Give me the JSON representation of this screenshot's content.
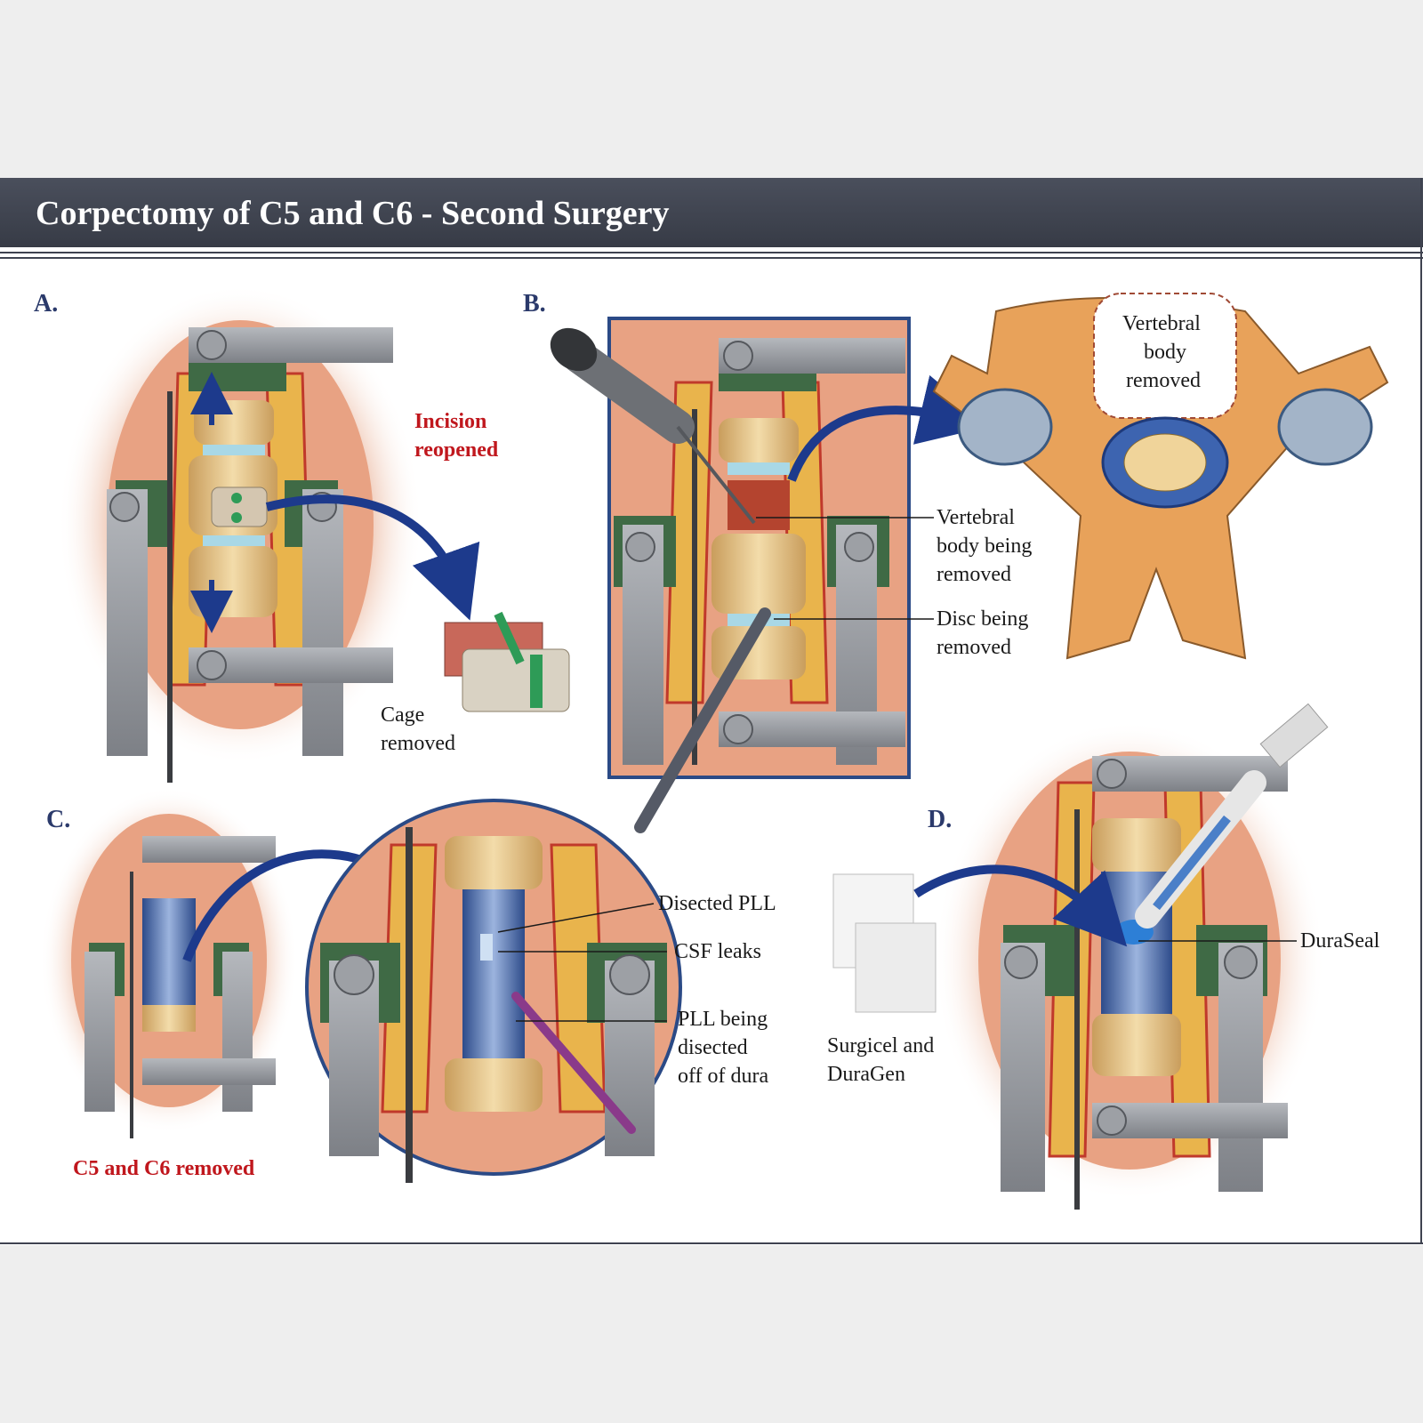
{
  "title": "Corpectomy of C5 and C6 - Second Surgery",
  "colors": {
    "header": "#3f4350",
    "accent_red": "#c0171d",
    "arrow_blue": "#1d3a8c",
    "panel_letter": "#2b3a6b",
    "skin": "#e9a07e",
    "bone": "#e8c98c",
    "retractor": "#8e9196",
    "green_tissue": "#3f6a45"
  },
  "panels": {
    "a": {
      "letter": "A.",
      "caption": "Incision reopened",
      "caption_line1": "Incision",
      "caption_line2": "reopened",
      "removed_line1": "Cage",
      "removed_line2": "removed"
    },
    "b": {
      "letter": "B.",
      "cross_section_line1": "Vertebral",
      "cross_section_line2": "body",
      "cross_section_line3": "removed",
      "callout1_line1": "Vertebral",
      "callout1_line2": "body being",
      "callout1_line3": "removed",
      "callout2_line1": "Disc being",
      "callout2_line2": "removed"
    },
    "c": {
      "letter": "C.",
      "caption": "C5 and C6 removed",
      "callout1": "Disected PLL",
      "callout2": "CSF leaks",
      "callout3_line1": "PLL being",
      "callout3_line2": "disected",
      "callout3_line3": "off of dura"
    },
    "d": {
      "letter": "D.",
      "callout": "DuraSeal",
      "materials_line1": "Surgicel and",
      "materials_line2": "DuraGen"
    }
  },
  "icons": [
    "drill-icon",
    "curette-icon",
    "syringe-icon",
    "forceps-icon",
    "arrow-icon"
  ]
}
